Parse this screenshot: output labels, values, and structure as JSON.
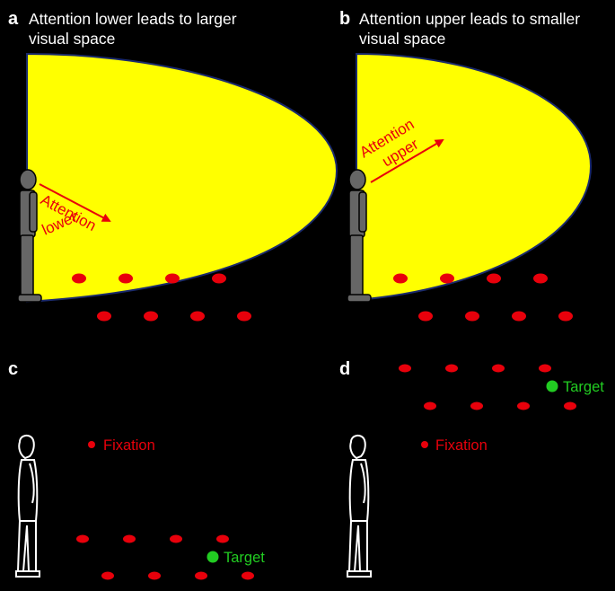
{
  "panels": {
    "a": {
      "letter": "a",
      "title_line1": "Attention lower leads to larger",
      "title_line2": "visual space",
      "arrow_label_line1": "Attention",
      "arrow_label_line2": "lower"
    },
    "b": {
      "letter": "b",
      "title_line1": "Attention upper leads to smaller",
      "title_line2": "visual space",
      "arrow_label_line1": "Attention",
      "arrow_label_line2": "upper"
    },
    "c": {
      "letter": "c",
      "fixation_label": "Fixation",
      "target_label": "Target"
    },
    "d": {
      "letter": "d",
      "fixation_label": "Fixation",
      "target_label": "Target"
    }
  },
  "colors": {
    "background": "#000000",
    "field": "#ffff00",
    "dot": "#e8000b",
    "target": "#22cc22",
    "text": "#ffffff",
    "figure_fill": "#666666"
  }
}
